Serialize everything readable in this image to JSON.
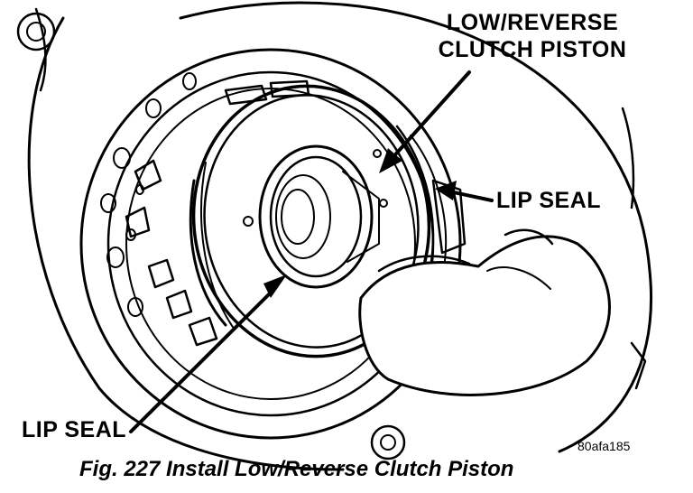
{
  "labels": {
    "piston_line1": "LOW/REVERSE",
    "piston_line2": "CLUTCH PISTON",
    "lip_seal_right": "LIP SEAL",
    "lip_seal_left": "LIP SEAL"
  },
  "figure_id": "80afa185",
  "caption": "Fig. 227 Install Low/Reverse Clutch Piston"
}
